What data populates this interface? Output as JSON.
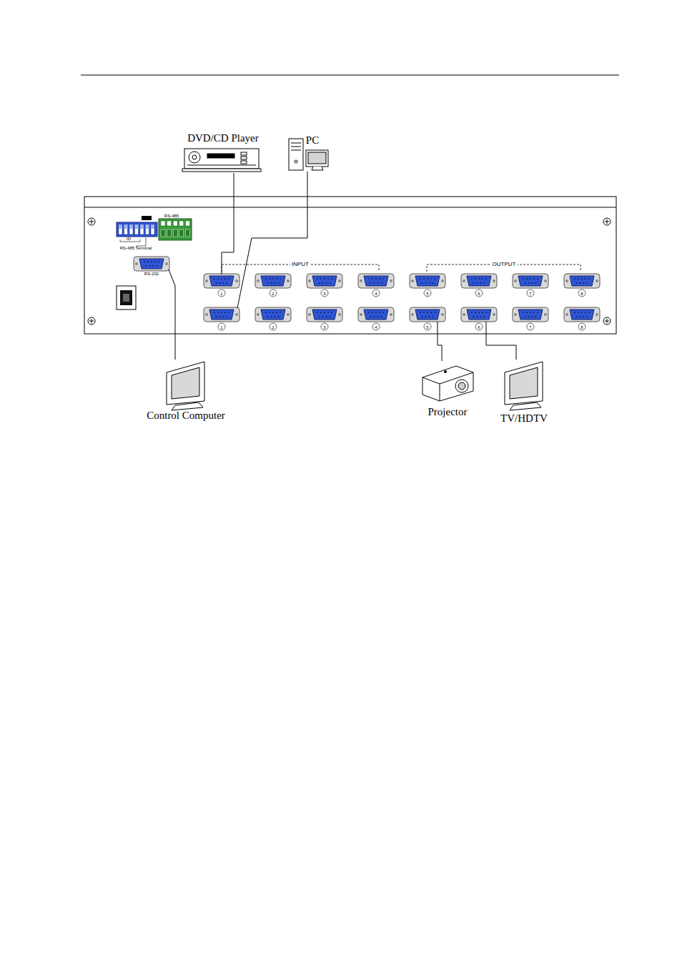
{
  "diagram": {
    "nodes": [
      {
        "text": [
          "DVD/CD Player"
        ]
      },
      {
        "text": [
          "PC"
        ]
      },
      {
        "text": [
          "RS-485",
          "ID",
          "RS-485 Terminal",
          "RS-232",
          "INPUT",
          "OUTPUT"
        ]
      },
      {
        "text": [
          "Control Computer"
        ]
      },
      {
        "text": [
          "Projector"
        ]
      },
      {
        "text": [
          "TV/HDTV"
        ]
      }
    ],
    "edges": [
      {
        "from": 0,
        "to": 2,
        "arrow": "none"
      },
      {
        "from": 1,
        "to": 2,
        "arrow": "none"
      },
      {
        "from": 3,
        "to": 2,
        "arrow": "none"
      },
      {
        "from": 4,
        "to": 2,
        "arrow": "none"
      },
      {
        "from": 5,
        "to": 2,
        "arrow": "none"
      }
    ],
    "labels": [
      "1",
      "2",
      "3",
      "4",
      "5",
      "6",
      "7",
      "8",
      "1",
      "2",
      "3",
      "4",
      "5",
      "6",
      "7",
      "8"
    ]
  }
}
